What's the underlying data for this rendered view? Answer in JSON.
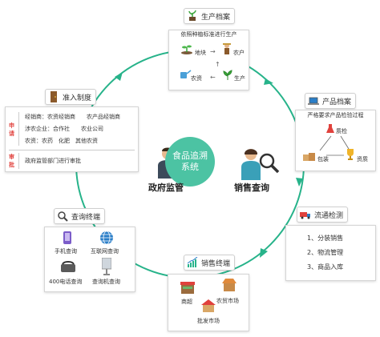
{
  "colors": {
    "ring": "#27b38a",
    "accent_red": "#e0413c",
    "center": "#4cc3a3"
  },
  "center": {
    "line1": "食品追溯",
    "line2": "系统"
  },
  "roles": {
    "left": "政府监管",
    "right": "销售查询"
  },
  "production": {
    "title": "生产档案",
    "subtitle": "依照种植标准进行生产",
    "nodes": {
      "land": "地块",
      "farmer": "农户",
      "input": "农资",
      "produce": "生产"
    }
  },
  "product": {
    "title": "产品档案",
    "subtitle": "严格要求产品检验过程",
    "nodes": {
      "inspect": "质检",
      "package": "包装",
      "material": "资质"
    }
  },
  "logistics": {
    "title": "流通检测",
    "items": [
      "1、分装销售",
      "2、物流管理",
      "3、商品入库"
    ]
  },
  "sales": {
    "title": "销售终端",
    "nodes": {
      "supermarket": "商超",
      "farm_market": "农贸市场",
      "wholesale": "批发市场"
    }
  },
  "query": {
    "title": "查询终端",
    "nodes": {
      "mobile": "手机查询",
      "internet": "互联网查询",
      "phone": "400电话查询",
      "kiosk": "查询机查询"
    }
  },
  "access": {
    "title": "准入制度",
    "apply_label": "申请",
    "approve_label": "审批",
    "apply_lines": [
      "经销商：农资经销商　　农产品经销商",
      "涉农企业：合作社　　农业公司",
      "农资：农药　化肥　其他农资"
    ],
    "approve_line": "政府监管部门进行审批"
  }
}
